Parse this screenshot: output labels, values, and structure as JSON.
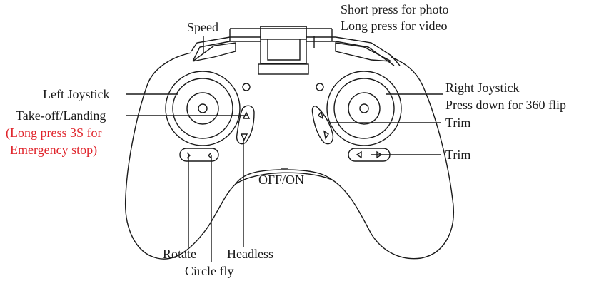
{
  "labels": {
    "speed": "Speed",
    "photo_line1": "Short press for photo",
    "photo_line2": "Long press for video",
    "left_joystick": "Left Joystick",
    "takeoff_landing": "Take-off/Landing",
    "emergency_line1": "(Long press 3S for",
    "emergency_line2": "Emergency stop)",
    "right_joystick": "Right Joystick",
    "flip": "Press down for 360 flip",
    "trim_upper": "Trim",
    "trim_lower": "Trim",
    "off_on": "OFF/ON",
    "rotate": "Rotate",
    "headless": "Headless",
    "circle_fly": "Circle fly"
  },
  "colors": {
    "line": "#1a1a1a",
    "warning": "#e0242b",
    "background": "#ffffff"
  }
}
